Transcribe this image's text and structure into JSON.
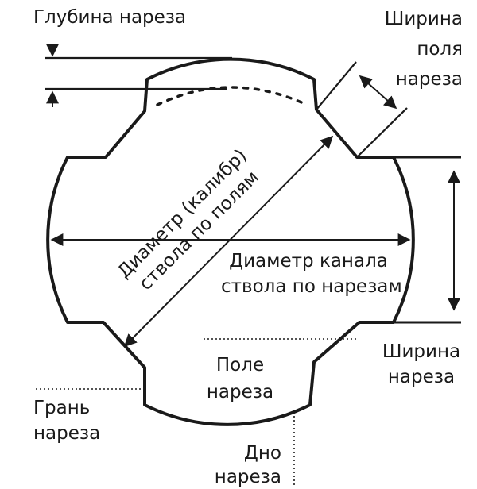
{
  "labels": {
    "groove_depth": "Глубина нареза",
    "land_width": [
      "Ширина",
      "поля",
      "нареза"
    ],
    "caliber_diameter": [
      "Диаметр (калибр)",
      "ствола по полям"
    ],
    "groove_diameter": [
      "Диаметр канала",
      "ствола по нарезам"
    ],
    "groove_width": [
      "Ширина",
      "нареза"
    ],
    "land": [
      "Поле",
      "нареза"
    ],
    "groove_edge": [
      "Грань",
      "нареза"
    ],
    "groove_bottom": [
      "Дно",
      "нареза"
    ]
  },
  "colors": {
    "stroke": "#1a1a1a",
    "background": "#ffffff"
  }
}
